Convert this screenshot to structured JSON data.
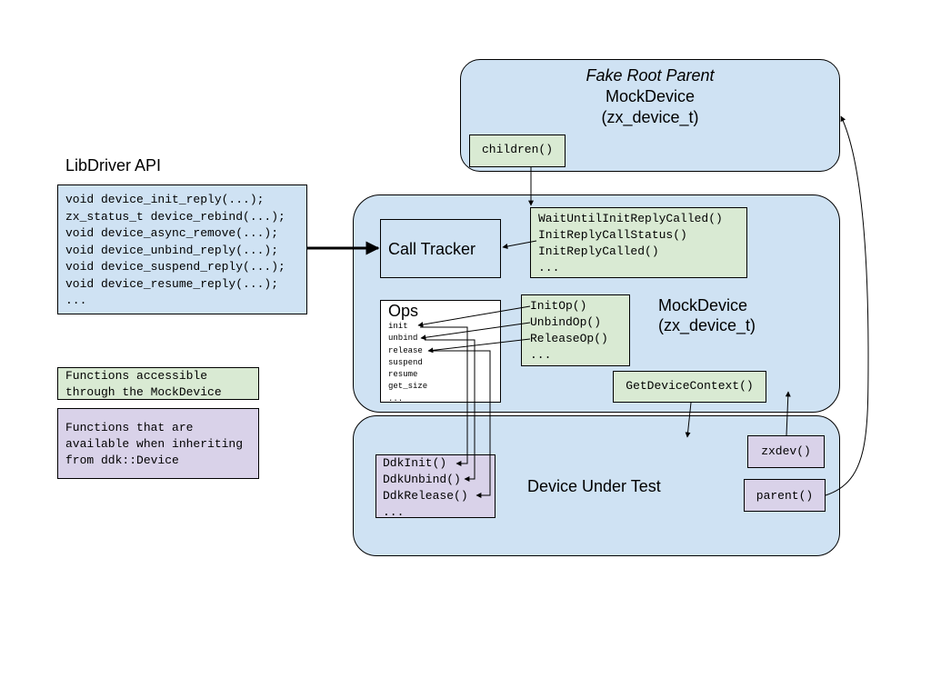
{
  "fake_root": {
    "title_italic": "Fake Root Parent",
    "name": "MockDevice",
    "type": "(zx_device_t)",
    "children_fn": "children()"
  },
  "libdriver": {
    "title": "LibDriver API",
    "lines": [
      "void device_init_reply(...);",
      "zx_status_t device_rebind(...);",
      "void device_async_remove(...);",
      "void device_unbind_reply(...);",
      "void device_suspend_reply(...);",
      "void device_resume_reply(...);",
      "..."
    ]
  },
  "legend": {
    "green_label": "Functions accessible\nthrough the MockDevice",
    "purple_label": "Functions that are\navailable when inheriting\nfrom ddk::Device"
  },
  "mock_device": {
    "name": "MockDevice",
    "type": "(zx_device_t)",
    "call_tracker": "Call Tracker",
    "tracker_fns": [
      "WaitUntilInitReplyCalled()",
      "InitReplyCallStatus()",
      "InitReplyCalled()",
      "..."
    ],
    "ops_title": "Ops",
    "ops_items": [
      "init",
      "unbind",
      "release",
      "suspend",
      "resume",
      "get_size",
      "..."
    ],
    "op_fns": [
      "InitOp()",
      "UnbindOp()",
      "ReleaseOp()",
      "..."
    ],
    "get_device_context": "GetDeviceContext()"
  },
  "device_under_test": {
    "title": "Device Under Test",
    "ddk_fns": [
      "DdkInit()",
      "DdkUnbind()",
      "DdkRelease()",
      "..."
    ],
    "zxdev": "zxdev()",
    "parent": "parent()"
  },
  "colors": {
    "blue": "#cfe2f3",
    "green": "#d9ead3",
    "purple": "#d9d2e9"
  }
}
